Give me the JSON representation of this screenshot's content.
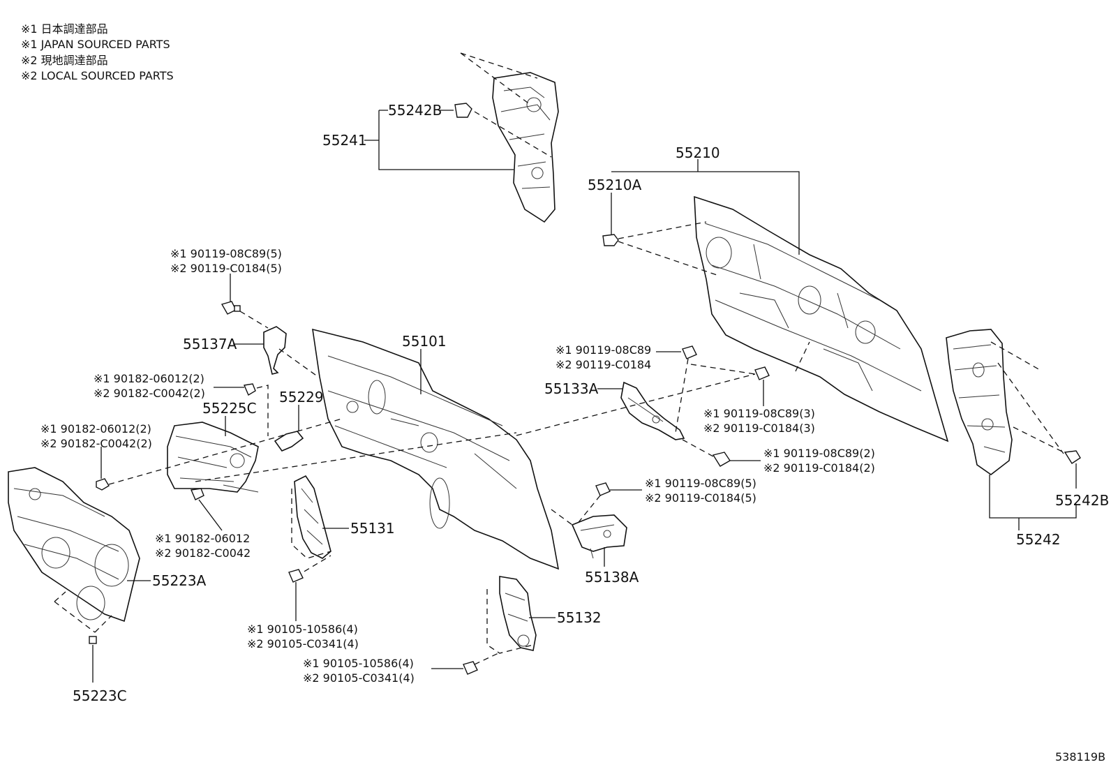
{
  "legend": [
    "※1 日本調達部品",
    "※1 JAPAN SOURCED PARTS",
    "※2 現地調達部品",
    "※2 LOCAL SOURCED PARTS"
  ],
  "labels": {
    "p55242B_top": "55242B",
    "p55241": "55241",
    "p55210": "55210",
    "p55210A": "55210A",
    "p55137A": "55137A",
    "p55101": "55101",
    "p55133A": "55133A",
    "p55225C": "55225C",
    "p55229": "55229",
    "p55131": "55131",
    "p55138A": "55138A",
    "p55223A": "55223A",
    "p55223C": "55223C",
    "p55132": "55132",
    "p55242": "55242",
    "p55242B_right": "55242B"
  },
  "callouts": {
    "c1a": "※1 90119-08C89(5)",
    "c1b": "※2 90119-C0184(5)",
    "c2a": "※1 90182-06012(2)",
    "c2b": "※2 90182-C0042(2)",
    "c3a": "※1 90182-06012(2)",
    "c3b": "※2 90182-C0042(2)",
    "c4a": "※1 90182-06012",
    "c4b": "※2 90182-C0042",
    "c5a": "※1 90119-08C89",
    "c5b": "※2 90119-C0184",
    "c6a": "※1 90119-08C89(3)",
    "c6b": "※2 90119-C0184(3)",
    "c7a": "※1 90119-08C89(2)",
    "c7b": "※2 90119-C0184(2)",
    "c8a": "※1 90119-08C89(5)",
    "c8b": "※2 90119-C0184(5)",
    "c9a": "※1 90105-10586(4)",
    "c9b": "※2 90105-C0341(4)",
    "c10a": "※1 90105-10586(4)",
    "c10b": "※2 90105-C0341(4)"
  },
  "reference_code": "538119B"
}
